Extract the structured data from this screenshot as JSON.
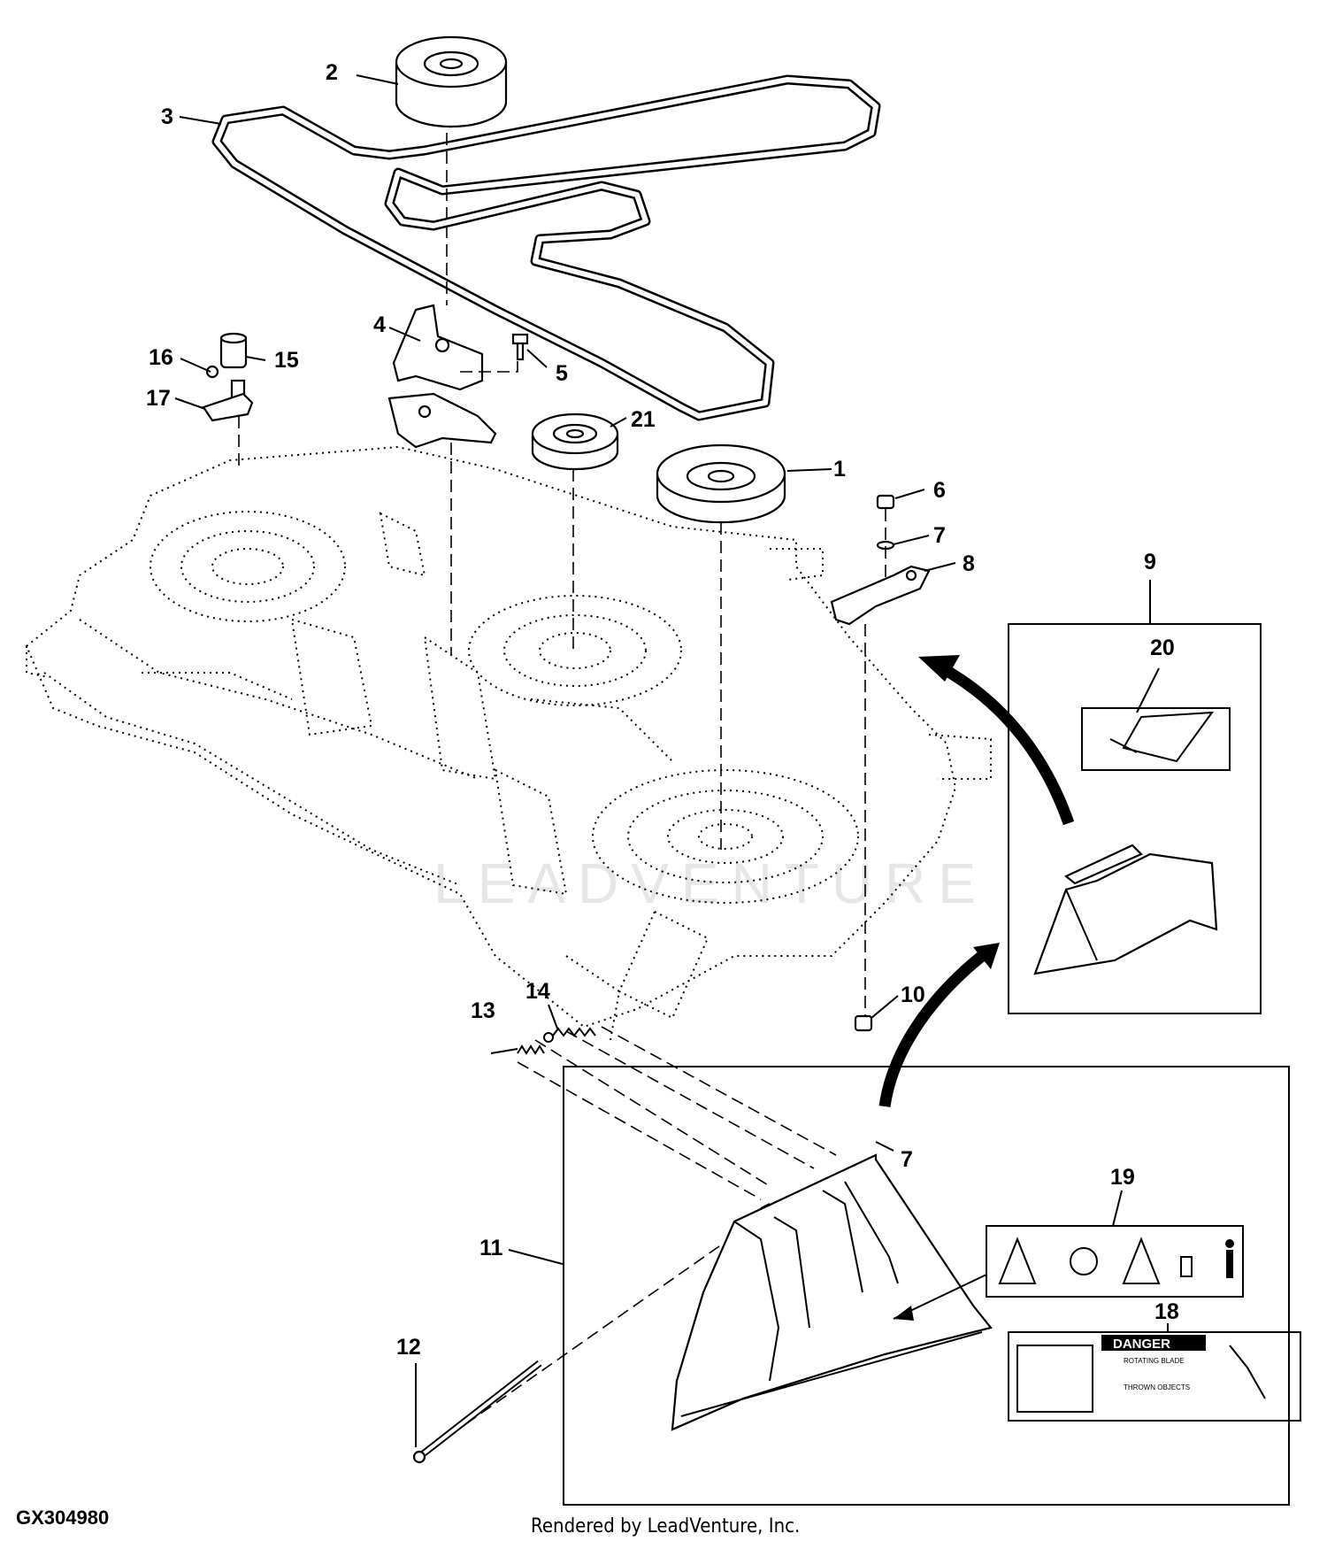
{
  "diagram_code": "GX304980",
  "credit": "Rendered by LeadVenture, Inc.",
  "callouts": {
    "c1": "1",
    "c2": "2",
    "c3": "3",
    "c4": "4",
    "c5": "5",
    "c6": "6",
    "c7a": "7",
    "c7b": "7",
    "c8": "8",
    "c9": "9",
    "c10": "10",
    "c11": "11",
    "c12": "12",
    "c13": "13",
    "c14": "14",
    "c15": "15",
    "c16": "16",
    "c17": "17",
    "c18": "18",
    "c19": "19",
    "c20": "20",
    "c21": "21"
  },
  "danger_decal": {
    "heading": "DANGER",
    "line1": "ROTATING BLADE",
    "line2": "THROWN OBJECTS"
  },
  "watermark": "LEADVENTURE"
}
